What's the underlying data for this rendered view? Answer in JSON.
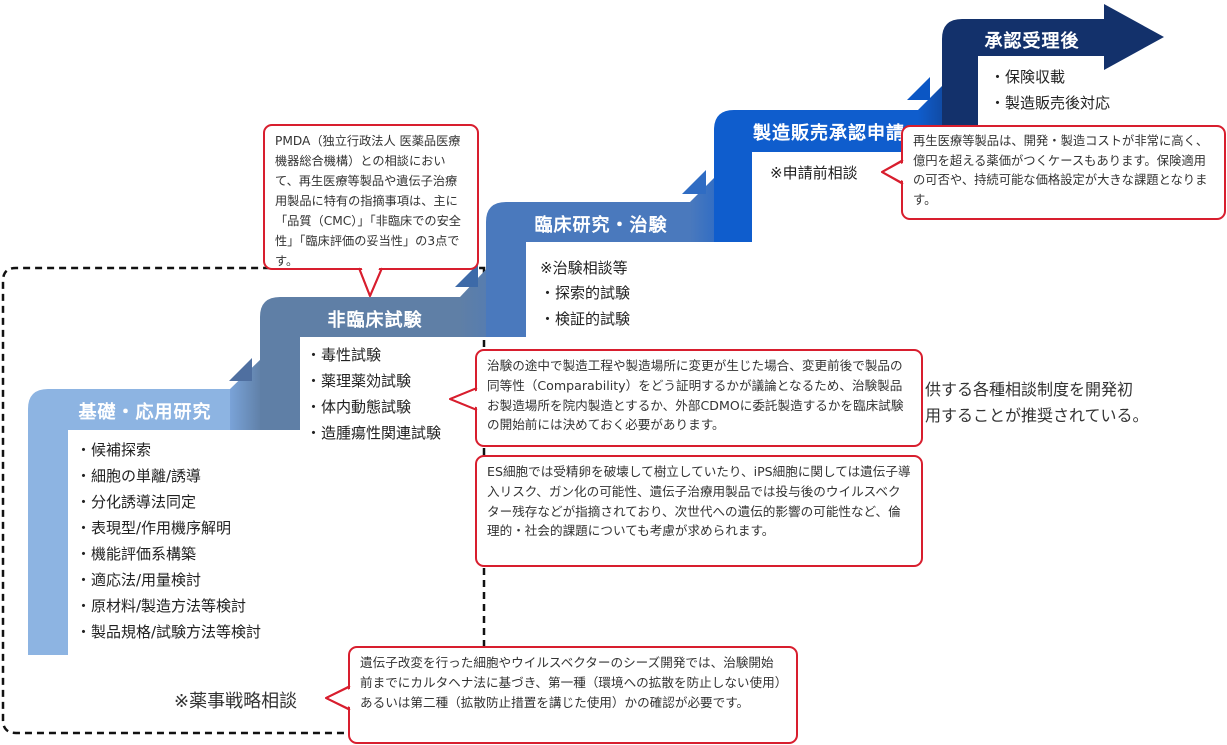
{
  "steps": [
    {
      "title": "基礎・応用研究",
      "items": [
        "・候補探索",
        "・細胞の単離/誘導",
        "・分化誘導法同定",
        "・表現型/作用機序解明",
        "・機能評価系構築",
        "・適応法/用量検討",
        "・原材料/製造方法等検討",
        "・製品規格/試験方法等検討"
      ]
    },
    {
      "title": "非臨床試験",
      "items": [
        "・毒性試験",
        "・薬理薬効試験",
        "・体内動態試験",
        "・造腫瘍性関連試験"
      ]
    },
    {
      "title": "臨床研究・治験",
      "note": "※治験相談等",
      "items": [
        "・探索的試験",
        "・検証的試験"
      ]
    },
    {
      "title": "製造販売承認申請",
      "note": "※申請前相談"
    },
    {
      "title": "承認受理後",
      "items": [
        "・保険収載",
        "・製造販売後対応"
      ]
    }
  ],
  "strategy_label": "※薬事戦略相談",
  "background_text": [
    "供する各種相談制度を開発初",
    "用することが推奨されている。"
  ],
  "callouts": {
    "pmda": "PMDA（独立行政法人 医薬品医療機器総合機構）との相談において、再生医療等製品や遺伝子治療用製品に特有の指摘事項は、主に「品質（CMC）」「非臨床での安全性」「臨床評価の妥当性」の3点です。",
    "comparability": "治験の途中で製造工程や製造場所に変更が生じた場合、変更前後で製品の同等性（Comparability）をどう証明するかが議論となるため、治験製品お製造場所を院内製造とするか、外部CDMOに委託製造するかを臨床試験の開始前には決めておく必要があります。",
    "ethics": "ES細胞では受精卵を破壊して樹立していたり、iPS細胞に関しては遺伝子導入リスク、ガン化の可能性、遺伝子治療用製品では投与後のウイルスベクター残存などが指摘されており、次世代への遺伝的影響の可能性など、倫理的・社会的課題についても考慮が求められます。",
    "price": "再生医療等製品は、開発・製造コストが非常に高く、億円を超える薬価がつくケースもあります。保険適用の可否や、持続可能な価格設定が大きな課題となります。",
    "cartagena": "遺伝子改変を行った細胞やウイルスベクターのシーズ開発では、治験開始前までにカルタヘナ法に基づき、第一種（環境への拡散を防止しない使用）あるいは第二種（拡散防止措置を講じた使用）かの確認が必要です。"
  },
  "colors": {
    "step1": "#8db4e2",
    "step2": "#5f7fa6",
    "step3": "#4a79bd",
    "step4": "#0f5dcd",
    "step5": "#13316b",
    "callout_border": "#d81e2e"
  }
}
